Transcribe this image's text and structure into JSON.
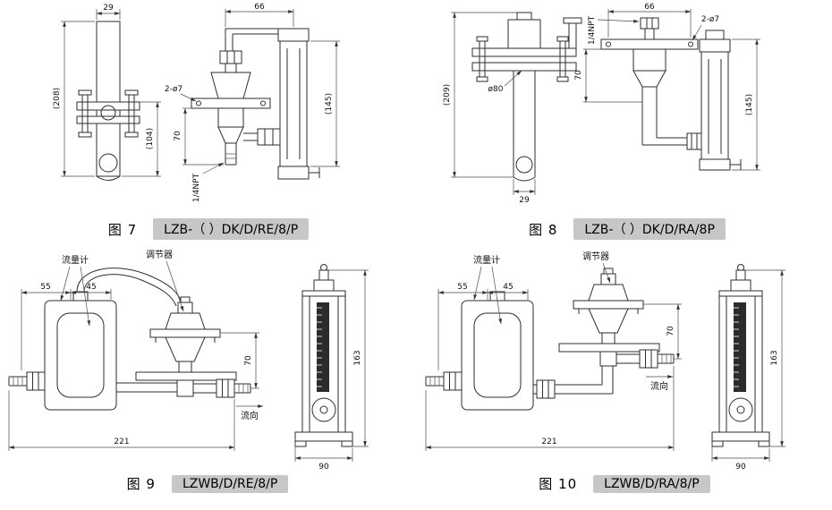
{
  "page": {
    "background": "#ffffff",
    "line_color": "#2e2e2e",
    "highlight_color": "#c7c7c7"
  },
  "figures": {
    "fig7": {
      "num": "图 7",
      "model": "LZB-（ ）DK/D/RE/8/P",
      "dims": {
        "w29": "29",
        "w66": "66",
        "h208": "(208)",
        "h104": "(104)",
        "h145": "(145)",
        "h70": "70",
        "holes": "2-ø7",
        "thread": "1/4NPT"
      }
    },
    "fig8": {
      "num": "图 8",
      "model": "LZB-（ ）DK/D/RA/8P",
      "dims": {
        "w66": "66",
        "thread": "1/4NPT",
        "holes": "2-ø7",
        "h70": "70",
        "d80": "ø80",
        "h209": "(209)",
        "h145": "(145)",
        "w29": "29"
      }
    },
    "fig9": {
      "num": "图 9",
      "model": "LZWB/D/RE/8/P",
      "labels": {
        "flowmeter": "流量计",
        "regulator": "调节器",
        "flow": "流向"
      },
      "dims": {
        "w55": "55",
        "w45": "45",
        "w221": "221",
        "h70": "70",
        "h163": "163",
        "w90": "90"
      }
    },
    "fig10": {
      "num": "图 10",
      "model": "LZWB/D/RA/8/P",
      "labels": {
        "flowmeter": "流量计",
        "regulator": "调节器",
        "flow": "流向"
      },
      "dims": {
        "w55": "55",
        "w45": "45",
        "w221": "221",
        "h70": "70",
        "h163": "163",
        "w90": "90"
      }
    }
  }
}
